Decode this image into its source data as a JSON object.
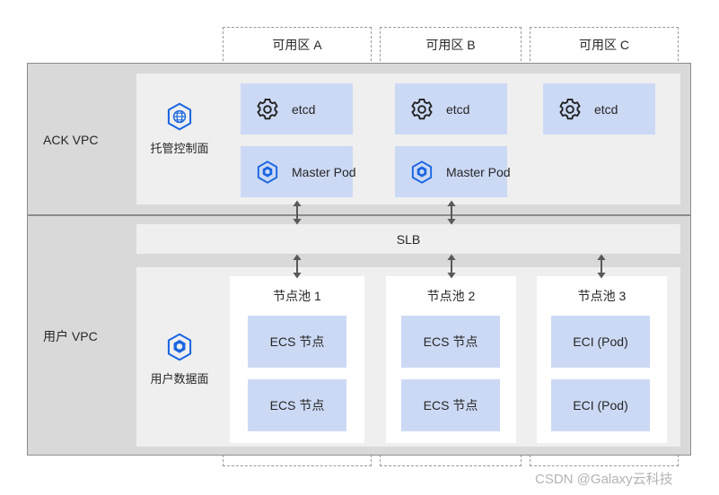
{
  "diagram": {
    "zones": [
      {
        "id": "az-a",
        "label": "可用区 A"
      },
      {
        "id": "az-b",
        "label": "可用区 B"
      },
      {
        "id": "az-c",
        "label": "可用区 C"
      }
    ],
    "vpcs": [
      {
        "id": "ack-vpc",
        "label": "ACK VPC"
      },
      {
        "id": "user-vpc",
        "label": "用户 VPC"
      }
    ],
    "planes": [
      {
        "id": "control-plane",
        "label": "托管控制面",
        "icon": "hexagon-globe-icon"
      },
      {
        "id": "data-plane",
        "label": "用户数据面",
        "icon": "hexagon-cube-icon"
      }
    ],
    "control_plane_components": [
      {
        "zone": "可用区 A",
        "items": [
          {
            "label": "etcd",
            "icon": "gear-icon"
          },
          {
            "label": "Master Pod",
            "icon": "hexagon-cube-icon"
          }
        ]
      },
      {
        "zone": "可用区 B",
        "items": [
          {
            "label": "etcd",
            "icon": "gear-icon"
          },
          {
            "label": "Master Pod",
            "icon": "hexagon-cube-icon"
          }
        ]
      },
      {
        "zone": "可用区 C",
        "items": [
          {
            "label": "etcd",
            "icon": "gear-icon"
          }
        ]
      }
    ],
    "slb": {
      "label": "SLB"
    },
    "node_pools": [
      {
        "title": "节点池 1",
        "nodes": [
          "ECS 节点",
          "ECS 节点"
        ]
      },
      {
        "title": "节点池 2",
        "nodes": [
          "ECS 节点",
          "ECS 节点"
        ]
      },
      {
        "title": "节点池 3",
        "nodes": [
          "ECI (Pod)",
          "ECI (Pod)"
        ]
      }
    ],
    "watermark": "CSDN @Galaxy云科技",
    "colors": {
      "component_blue": "#ccd9f5",
      "vpc_gray": "#d9d9d9",
      "panel_gray": "#efefef",
      "icon_blue": "#1a66e0",
      "border_gray": "#8c8c8c",
      "dash_gray": "#9a9a9a"
    }
  }
}
